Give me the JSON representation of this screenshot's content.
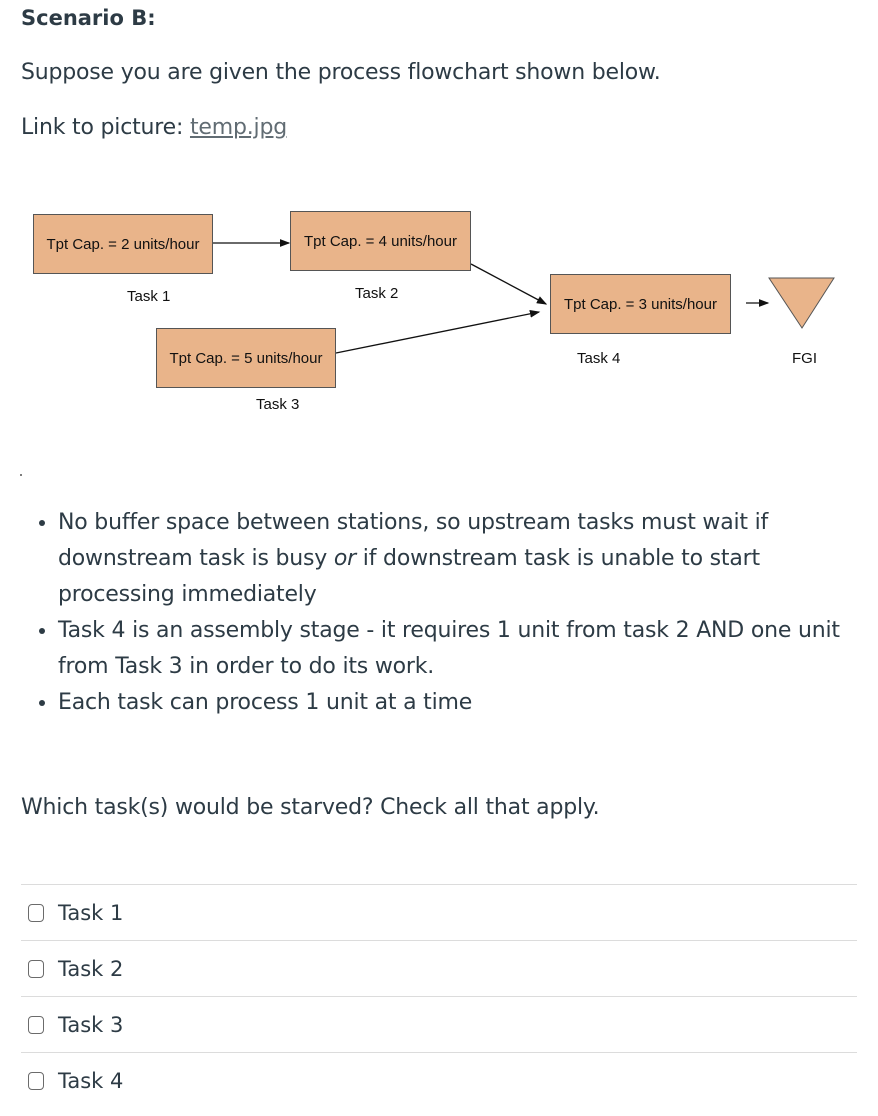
{
  "scenario": {
    "title": "Scenario B:",
    "intro": "Suppose you are given the process flowchart shown below.",
    "link_prefix": "Link to picture: ",
    "link_text": "temp.jpg"
  },
  "diagram": {
    "box_color": "#e9b48a",
    "tasks": [
      {
        "capacity": "Tpt Cap. = 2 units/hour",
        "label": "Task 1"
      },
      {
        "capacity": "Tpt Cap. = 4 units/hour",
        "label": "Task 2"
      },
      {
        "capacity": "Tpt Cap. = 5 units/hour",
        "label": "Task 3"
      },
      {
        "capacity": "Tpt Cap. = 3 units/hour",
        "label": "Task 4"
      }
    ],
    "inventory_label": "FGI"
  },
  "assumptions": [
    {
      "pre": "No buffer space between stations, so upstream tasks must wait if downstream task is busy ",
      "em": "or",
      "post": " if downstream task is unable to start processing immediately"
    },
    {
      "text": "Task 4 is an assembly stage - it requires 1 unit from task 2 AND one unit from Task 3 in order to do its work."
    },
    {
      "text": "Each task can process 1 unit at a time"
    }
  ],
  "question": {
    "prompt": "Which task(s) would be starved? Check all that apply.",
    "options": [
      {
        "label": "Task 1",
        "checked": false
      },
      {
        "label": "Task 2",
        "checked": false
      },
      {
        "label": "Task 3",
        "checked": false
      },
      {
        "label": "Task 4",
        "checked": false
      }
    ]
  }
}
